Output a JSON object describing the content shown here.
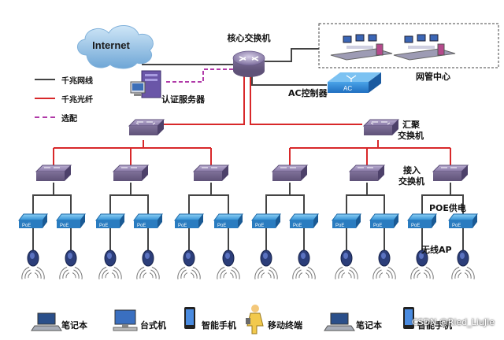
{
  "cloud": {
    "label": "Internet"
  },
  "core": {
    "label": "核心交换机"
  },
  "auth": {
    "label": "认证服务器"
  },
  "ac": {
    "label": "AC控制器",
    "device_text": "AC"
  },
  "nms": {
    "label": "网管中心"
  },
  "aggregation": {
    "label_line1": "汇聚",
    "label_line2": "交换机"
  },
  "access": {
    "label_line1": "接入",
    "label_line2": "交换机"
  },
  "poe": {
    "label": "POE供电",
    "device_text": "PoE"
  },
  "ap": {
    "label": "无线AP"
  },
  "legend": [
    {
      "label": "千兆网线",
      "color": "#444444",
      "style": "solid"
    },
    {
      "label": "千兆光纤",
      "color": "#d8282a",
      "style": "solid"
    },
    {
      "label": "选配",
      "color": "#b03aa8",
      "style": "dashed"
    }
  ],
  "terminals": [
    {
      "label": "笔记本",
      "icon": "laptop-icon"
    },
    {
      "label": "台式机",
      "icon": "desktop-icon"
    },
    {
      "label": "智能手机",
      "icon": "smartphone-icon"
    },
    {
      "label": "移动终端",
      "icon": "mobile-user-icon"
    },
    {
      "label": "笔记本",
      "icon": "laptop-icon"
    },
    {
      "label": "智能手机",
      "icon": "smartphone-icon"
    }
  ],
  "watermark": "CSDN @Ried_LiuJie",
  "colors": {
    "fiber": "#d8282a",
    "copper": "#444444",
    "optional": "#b03aa8",
    "switch_top": "#8a7aa8",
    "poe_blue": "#2a8ad0"
  }
}
